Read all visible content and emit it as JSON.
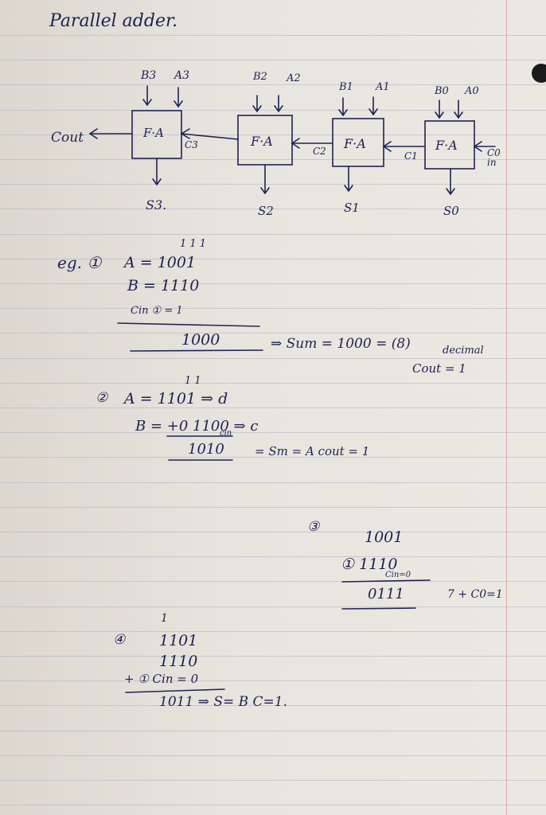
{
  "title": "Parallel adder.",
  "diagram": {
    "blocks": [
      {
        "label": "F·A",
        "inputs": [
          "B3",
          "A3"
        ],
        "carry_in": "C3",
        "sum": "S3."
      },
      {
        "label": "F·A",
        "inputs": [
          "B2",
          "A2"
        ],
        "carry_in": "C2",
        "sum": "S2"
      },
      {
        "label": "F·A",
        "inputs": [
          "B1",
          "A1"
        ],
        "carry_in": "C1",
        "sum": "S1"
      },
      {
        "label": "F·A",
        "inputs": [
          "B0",
          "A0"
        ],
        "carry_in": "C0 in",
        "sum": "S0"
      }
    ],
    "carry_out": "Cout"
  },
  "examples": {
    "ex1": {
      "label": "eg. ①",
      "carries": "1 1 1",
      "a": "A = 1001",
      "b": "B = 1110",
      "cin": "Cin ① = 1",
      "result": "1000",
      "sum_text": "⇒ Sum = 1000 = (8)",
      "sub": "decimal",
      "cout": "Cout = 1"
    },
    "ex2": {
      "marker": "②",
      "carries": "1 1",
      "a": "A = 1101 ⇒ d",
      "b": "B = +0 1100 ⇒ c",
      "cin": "cin",
      "result": "1010",
      "note": "= Sm = A  cout = 1"
    },
    "ex3": {
      "marker": "③",
      "a": "1001",
      "b": "① 1110",
      "cin": "Cin=0",
      "result": "0111",
      "note": "7 + C0=1"
    },
    "ex4": {
      "marker": "④",
      "carry": "1",
      "a": "1101",
      "b": "1110",
      "cin": "+ ① Cin = 0",
      "result": "1011 ⇒ S= B  C=1."
    }
  }
}
